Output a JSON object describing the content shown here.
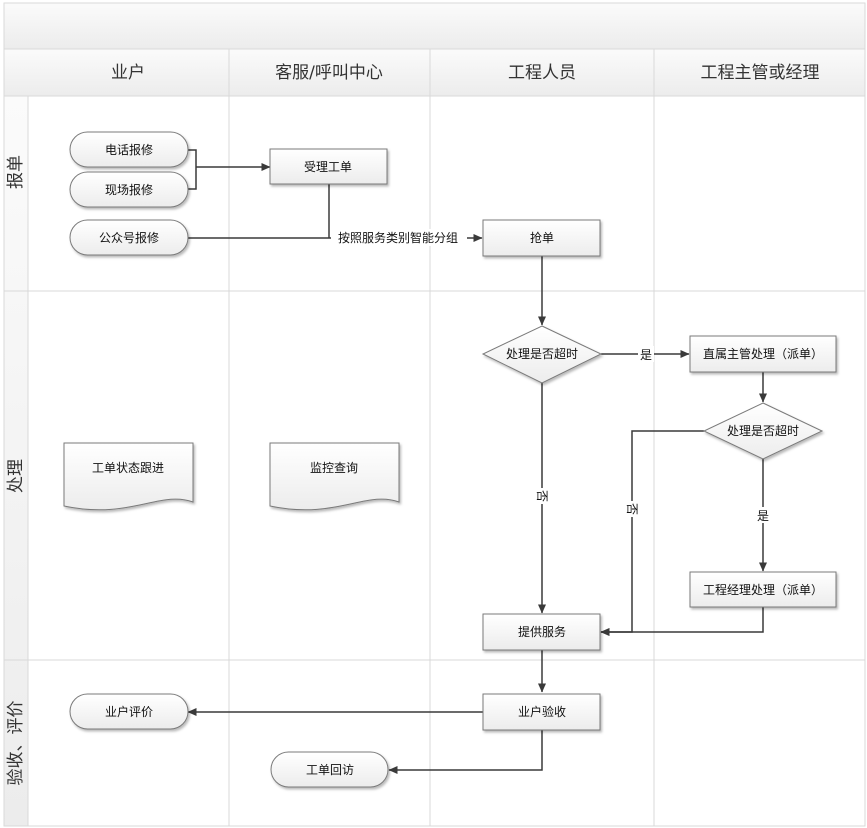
{
  "columns": [
    "业户",
    "客服/呼叫中心",
    "工程人员",
    "工程主管或经理"
  ],
  "lanes": [
    "报单",
    "处理",
    "验收、评价"
  ],
  "nodes": {
    "phone_report": "电话报修",
    "onsite_report": "现场报修",
    "wechat_report": "公众号报修",
    "accept_order": "受理工单",
    "grab_order": "抢单",
    "timeout_check_1": "处理是否超时",
    "supervisor_handle": "直属主管处理（派单）",
    "timeout_check_2": "处理是否超时",
    "manager_handle": "工程经理处理（派单）",
    "provide_service": "提供服务",
    "order_tracking": "工单状态跟进",
    "monitor_query": "监控查询",
    "owner_accept": "业户验收",
    "owner_review": "业户评价",
    "order_callback": "工单回访"
  },
  "edge_labels": {
    "smart_dispatch": "按照服务类别智能分组",
    "yes_1": "是",
    "no_1": "否",
    "yes_2": "是",
    "no_2": "否"
  },
  "colors": {
    "line": "#3a3a3a",
    "grid": "#d9d9d9",
    "header_bg": "#f2f2f2",
    "node_fill": "#f7f7f7",
    "node_stroke": "#7a7a7a"
  }
}
